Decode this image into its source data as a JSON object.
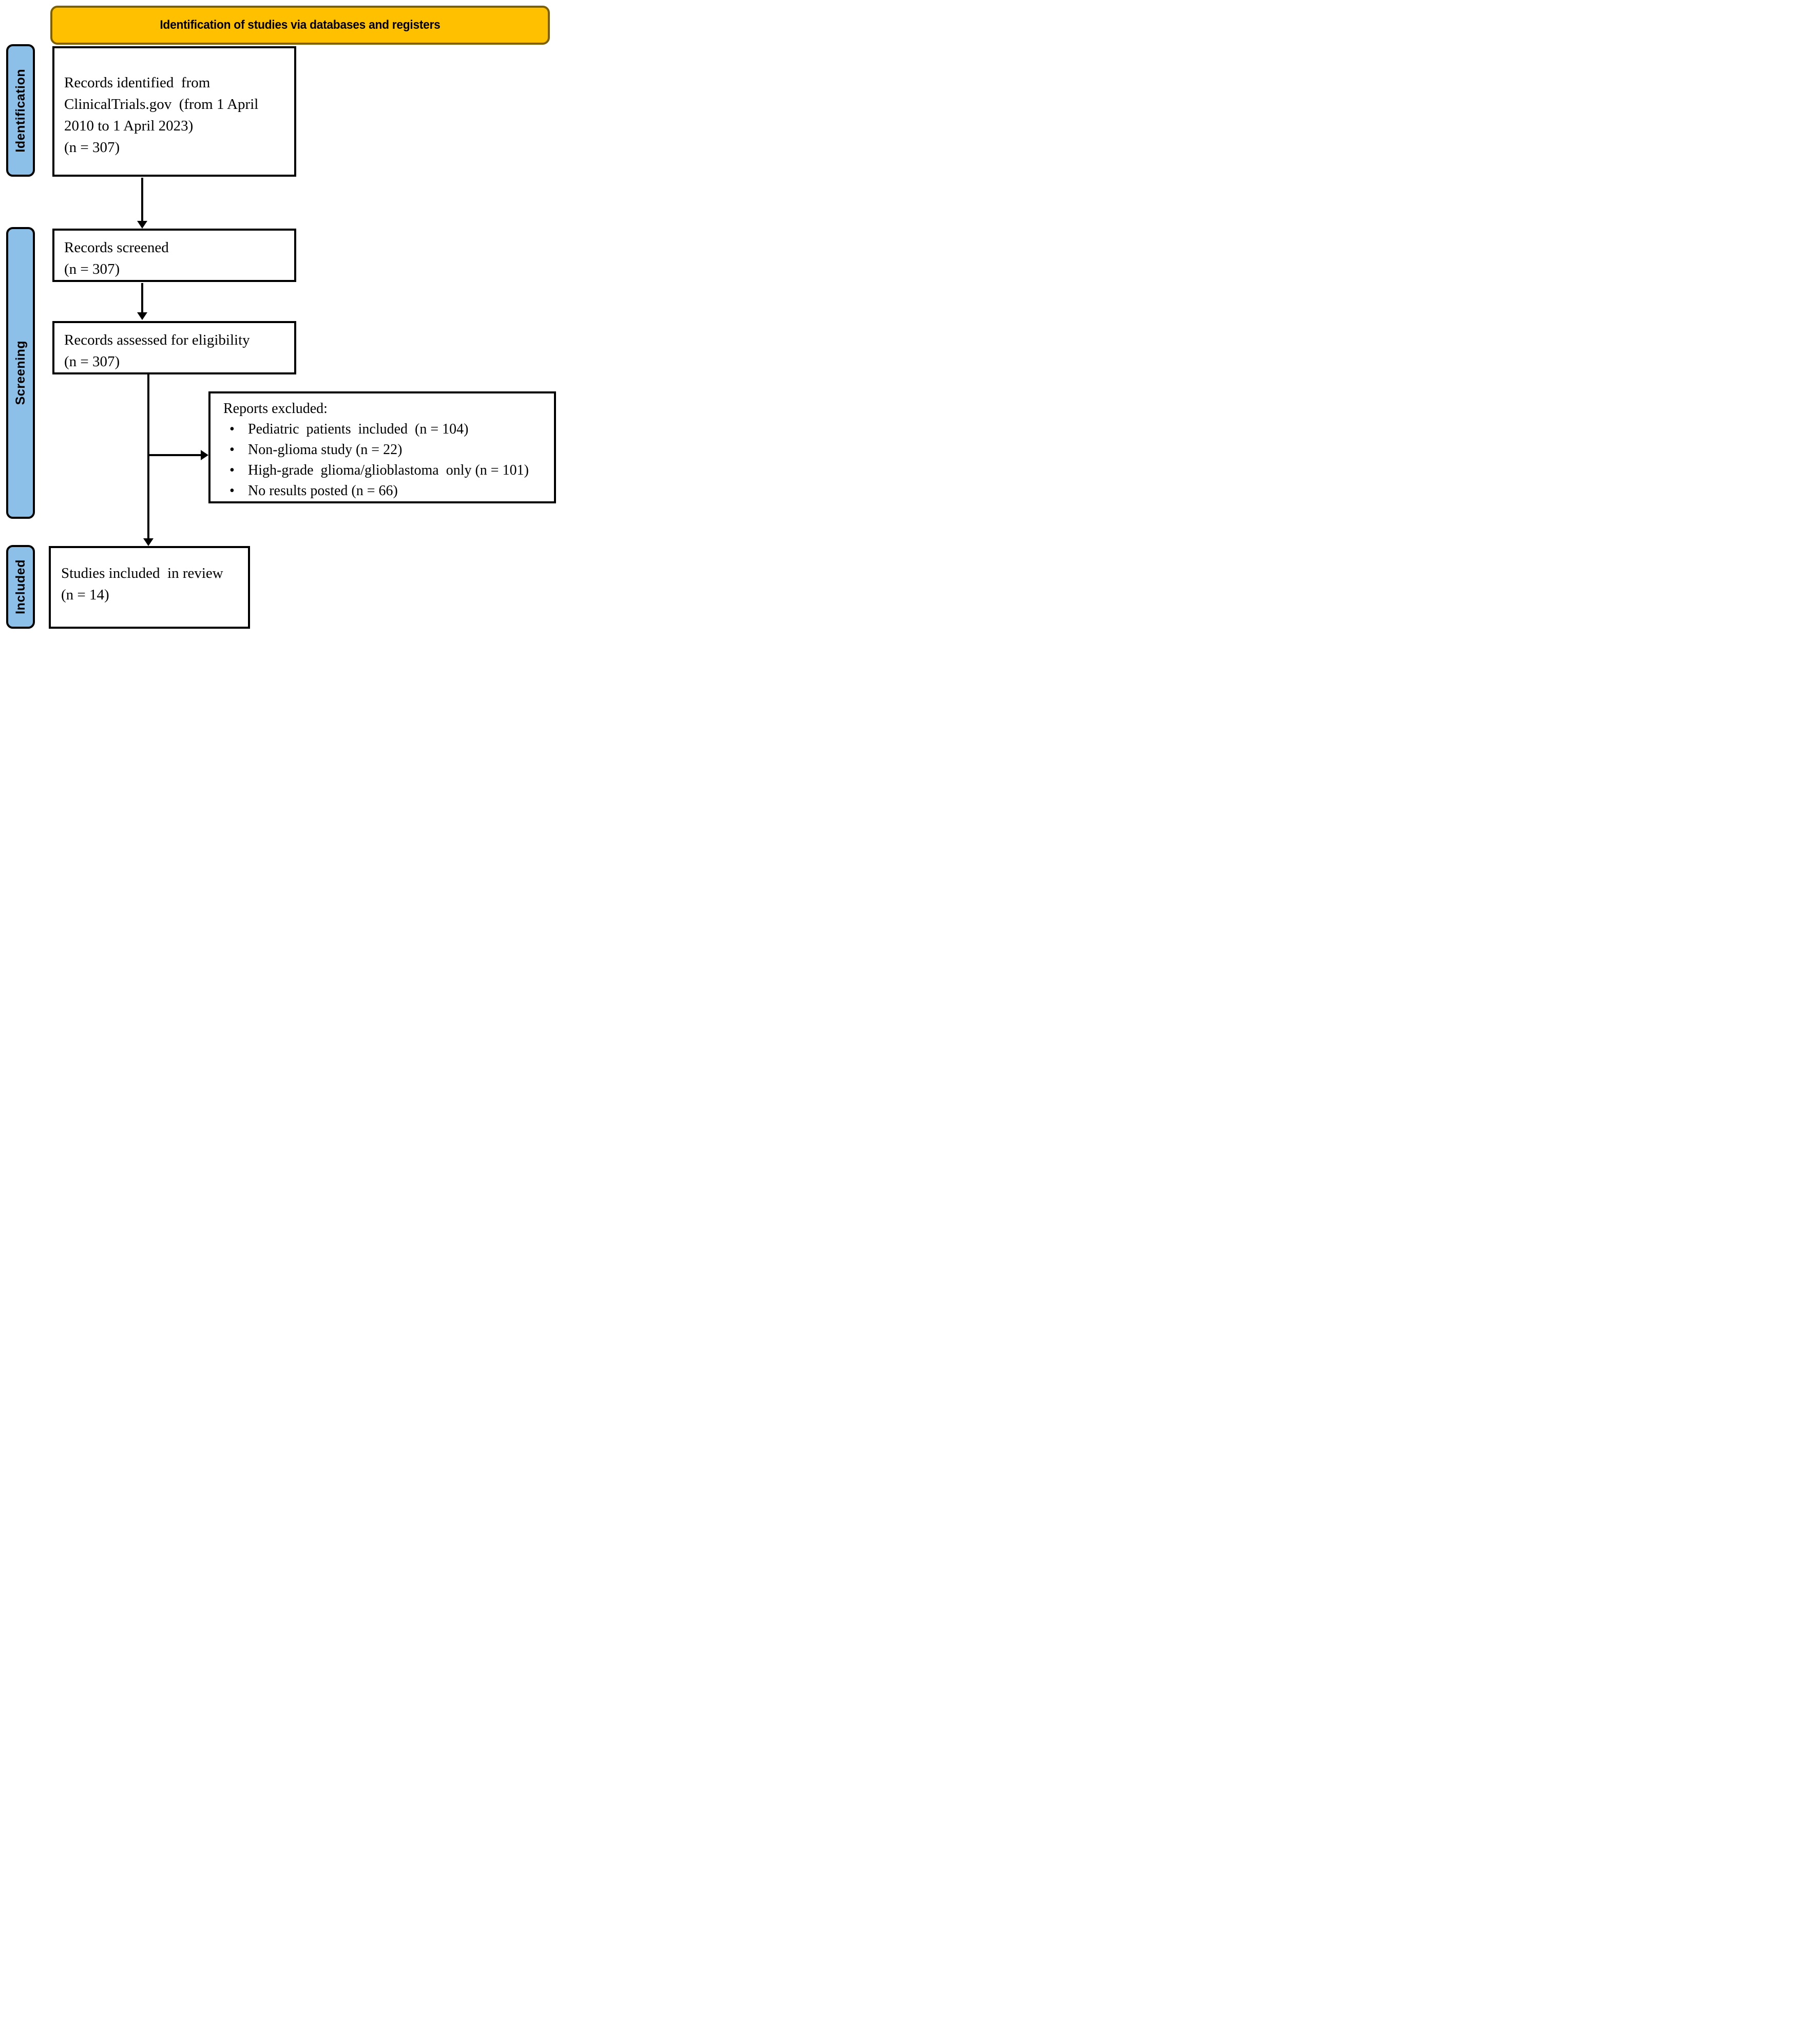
{
  "header": {
    "title": "Identification of studies via databases and registers"
  },
  "stages": {
    "identification": "Identification",
    "screening": "Screening",
    "included": "Included"
  },
  "boxes": {
    "identified": {
      "lines": [
        "Records identified  from",
        "ClinicalTrials.gov  (from 1 April",
        "2010 to 1 April 2023)",
        "(n = 307)"
      ]
    },
    "screened": {
      "lines": [
        "Records screened",
        "(n = 307)"
      ]
    },
    "assessed": {
      "lines": [
        "Records assessed for eligibility",
        "(n = 307)"
      ]
    },
    "excluded": {
      "title": "Reports excluded:",
      "bullet_glyph": "•",
      "items": [
        "Pediatric  patients  included  (n = 104)",
        "Non-glioma study (n = 22)",
        "High-grade  glioma/glioblastoma  only (n = 101)",
        "No results posted (n = 66)"
      ]
    },
    "included": {
      "lines": [
        "Studies included  in review",
        "(n = 14)"
      ]
    }
  },
  "colors": {
    "header_fill": "#FFC000",
    "header_border": "#7E6000",
    "stage_fill": "#8CC0E8",
    "line_color": "#000000"
  }
}
